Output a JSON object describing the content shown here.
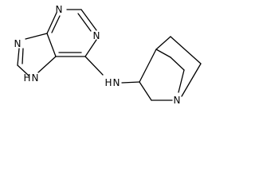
{
  "molecule": {
    "atoms": {
      "n1": "N",
      "n3": "N",
      "n7": "N",
      "n9h": "H",
      "n9": "N",
      "nh_h": "H",
      "nh_n": "N",
      "n_bridgehead": "N"
    }
  }
}
